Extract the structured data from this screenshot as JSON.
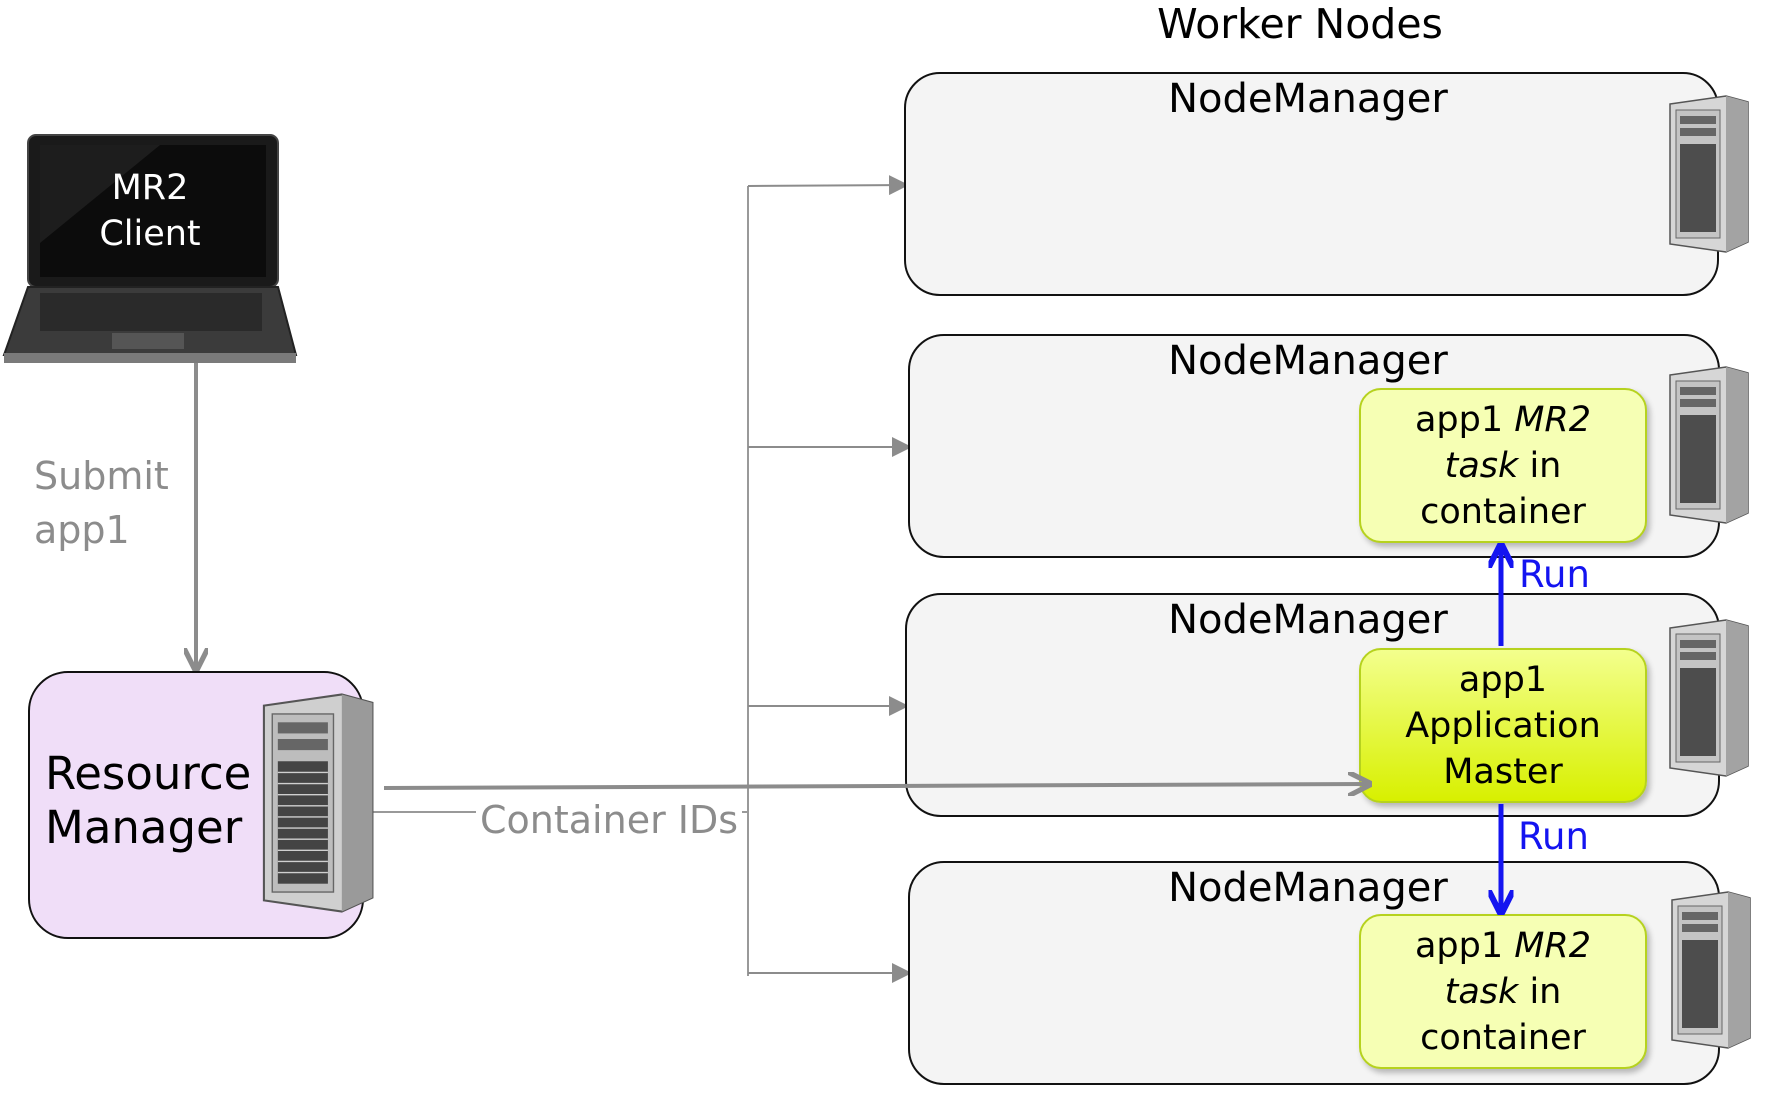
{
  "header": {
    "title": "Worker Nodes"
  },
  "client": {
    "line1": "MR2",
    "line2": "Client"
  },
  "submit": {
    "line1": "Submit",
    "line2": "app1"
  },
  "resource_manager": {
    "line1": "Resource",
    "line2": "Manager"
  },
  "container_ids_label": "Container IDs",
  "node_managers": [
    {
      "label": "NodeManager"
    },
    {
      "label": "NodeManager"
    },
    {
      "label": "NodeManager"
    },
    {
      "label": "NodeManager"
    }
  ],
  "containers": {
    "task_top": {
      "l1a": "app1 ",
      "l1b": "MR2",
      "l2a": "task",
      "l2b": " in",
      "l3": "container"
    },
    "master": {
      "l1": "app1",
      "l2": "Application",
      "l3": "Master"
    },
    "task_bottom": {
      "l1a": "app1 ",
      "l1b": "MR2",
      "l2a": "task",
      "l2b": " in",
      "l3": "container"
    }
  },
  "run_labels": {
    "upper": "Run",
    "lower": "Run"
  },
  "colors": {
    "node_bg": "#f4f4f4",
    "rm_bg": "#f0def8",
    "task_container_bg": "#f6ffb4",
    "master_container_bg": "#d8f000",
    "arrow_gray": "#8c8c8c",
    "run_blue": "#1414f0"
  },
  "icons": [
    "laptop-icon",
    "server-icon"
  ]
}
